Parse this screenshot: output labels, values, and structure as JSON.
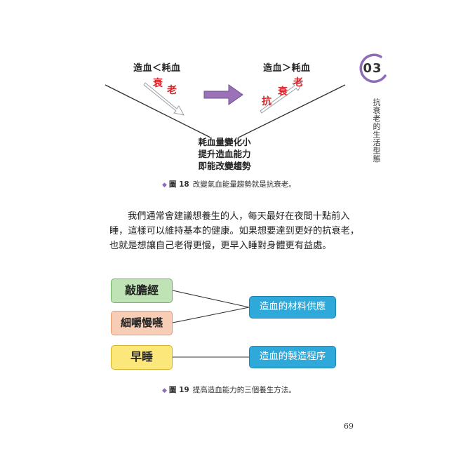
{
  "figure18": {
    "left_label": "造血＜耗血",
    "right_label": "造血＞耗血",
    "left_arrow_text": [
      "衰",
      "老"
    ],
    "right_arrow_text": [
      "抗",
      "衰",
      "老"
    ],
    "center_lines": [
      "耗血量變化小",
      "提升造血能力",
      "即能改變趨勢"
    ],
    "caption_num": "圖 18",
    "caption_text": "改變氣血能量趨勢就是抗衰老。",
    "arrow_color": "#9b72b8",
    "red_color": "#d8232a"
  },
  "chapter": {
    "number": "03",
    "title": "抗衰老的生活型態",
    "ring_color": "#8e6bb8"
  },
  "paragraph": {
    "lines": [
      "我們通常會建議想養生的人，每天最好在夜間十點前入",
      "睡，這樣可以維持基本的健康。如果想要達到更好的抗衰老，",
      "也就是想讓自己老得更慢，更早入睡對身體更有益處。"
    ]
  },
  "figure19": {
    "methods": [
      "敲膽經",
      "細嚼慢嚥",
      "早睡"
    ],
    "results": [
      "造血的材料供應",
      "造血的製造程序"
    ],
    "caption_num": "圖 19",
    "caption_text": "提高造血能力的三個養生方法。",
    "colors": {
      "green": "#bfe3b4",
      "peach": "#f8cdb6",
      "yellow": "#fbe77a",
      "blue": "#2ea9da"
    }
  },
  "page_number": "69"
}
